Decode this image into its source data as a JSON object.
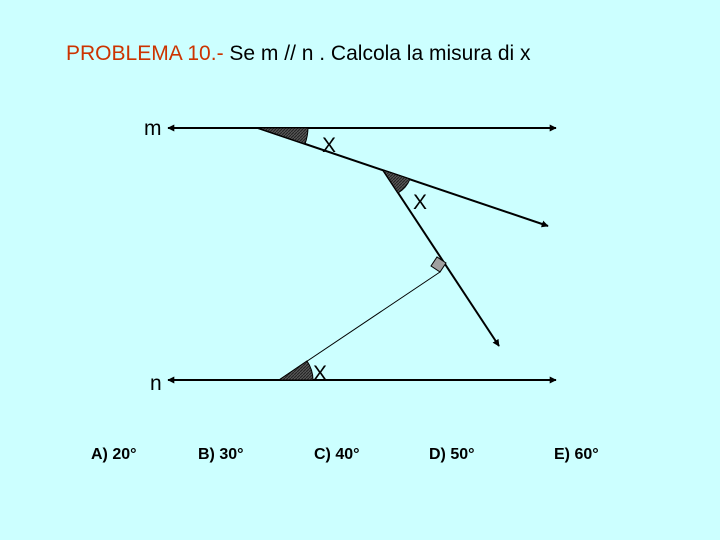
{
  "title": {
    "prefix": "PROBLEMA  10.-",
    "text": " Se m // n . Calcola la misura di x"
  },
  "diagram": {
    "line_m_label": "m",
    "line_n_label": "n",
    "angle_label_1": "X",
    "angle_label_2": "X",
    "angle_label_3": "X",
    "colors": {
      "line": "#000000",
      "hatch": "#333333",
      "right_angle_fill": "#a0a0a0"
    }
  },
  "options": [
    {
      "label": "A) 20°"
    },
    {
      "label": "B) 30°"
    },
    {
      "label": "C) 40°"
    },
    {
      "label": "D) 50°"
    },
    {
      "label": "E) 60°"
    }
  ]
}
